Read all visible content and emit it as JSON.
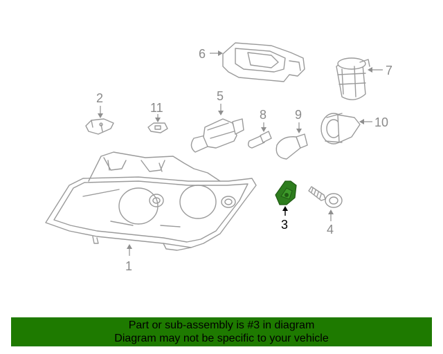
{
  "diagram": {
    "callouts": [
      "1",
      "2",
      "3",
      "4",
      "5",
      "6",
      "7",
      "8",
      "9",
      "10",
      "11"
    ],
    "highlighted_part": "3",
    "colors": {
      "highlight": "#2e7d1e",
      "banner": "#1e7a00",
      "linework": "#9a9a9a"
    }
  },
  "banner": {
    "line1": "Part or sub-assembly is #3 in diagram",
    "line2": "Diagram may not be specific to your vehicle"
  }
}
